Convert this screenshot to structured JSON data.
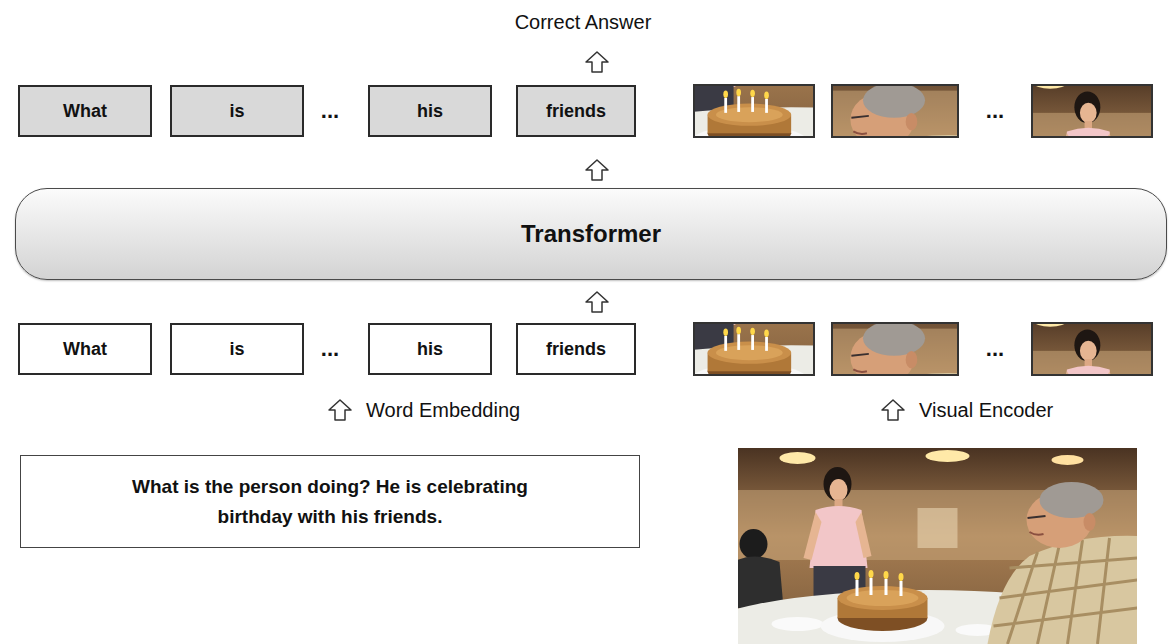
{
  "diagram": {
    "nodes": [
      {
        "text": [
          "What"
        ]
      },
      {
        "text": [
          "is"
        ]
      },
      {
        "text": [
          "his"
        ]
      },
      {
        "text": [
          "friends"
        ]
      },
      {
        "text": [
          "Transformer"
        ]
      },
      {
        "text": [
          "What"
        ]
      },
      {
        "text": [
          "is"
        ]
      },
      {
        "text": [
          "his"
        ]
      },
      {
        "text": [
          "friends"
        ]
      },
      {
        "text": [
          "What is the person doing? He is celebrating birthday with his friends."
        ]
      }
    ],
    "labels": [
      "Correct Answer",
      "...",
      "...",
      "...",
      "...",
      "Word Embedding",
      "Visual Encoder"
    ]
  }
}
